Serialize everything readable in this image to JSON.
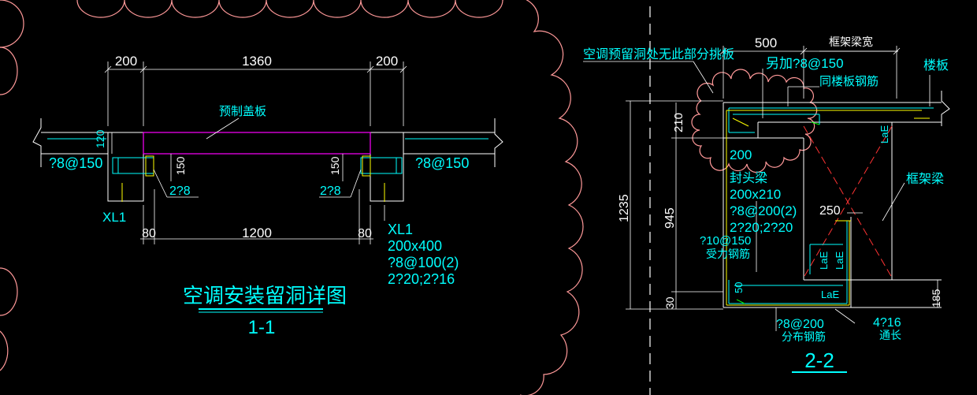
{
  "colors": {
    "background": "#000000",
    "cloud": "#ff9999",
    "white": "#ffffff",
    "cyan": "#00ffff",
    "yellow": "#ffff00",
    "green": "#00ff00",
    "magenta": "#ff00ff",
    "red": "#ff3333"
  },
  "section_1": {
    "dims_top": [
      "200",
      "1360",
      "200"
    ],
    "dims_bottom": [
      "80",
      "1200",
      "80"
    ],
    "dim_150_left": "150",
    "dim_150_right": "150",
    "dim_120": "120",
    "label_precast_slab": "预制盖板",
    "label_left_rebar": "?8@150",
    "label_right_rebar": "?8@150",
    "label_left_bars": "2?8",
    "label_right_bars": "2?8",
    "label_xl1_left": "XL1",
    "xl1_spec": [
      "XL1",
      "200x400",
      "?8@100(2)",
      "2?20;2?16"
    ],
    "title": "空调安装留洞详图",
    "section_id": "1-1"
  },
  "section_2": {
    "dim_500": "500",
    "label_frame_beam_width": "框架梁宽",
    "label_slab": "楼板",
    "label_no_cantilever": "空调预留洞处无此部分挑板",
    "label_extra_rebar": "另加?8@150",
    "label_same_as_slab": "同楼板钢筋",
    "dim_210": "210",
    "dim_200": "200",
    "dim_1235": "1235",
    "dim_945": "945",
    "dim_30": "30",
    "dim_250": "250",
    "dim_185": "185",
    "dim_50": "50",
    "label_end_beam": [
      "封头梁",
      "200x210",
      "?8@200(2)",
      "2?20;2?20"
    ],
    "label_frame_beam": "框架梁",
    "label_stirrup": "?10@150",
    "label_stress_rebar": "受力钢筋",
    "label_lae": "LaE",
    "label_dist_rebar_spec": "?8@200",
    "label_dist_rebar": "分布钢筋",
    "label_through_bars_spec": "4?16",
    "label_through": "通长",
    "section_id": "2-2"
  }
}
